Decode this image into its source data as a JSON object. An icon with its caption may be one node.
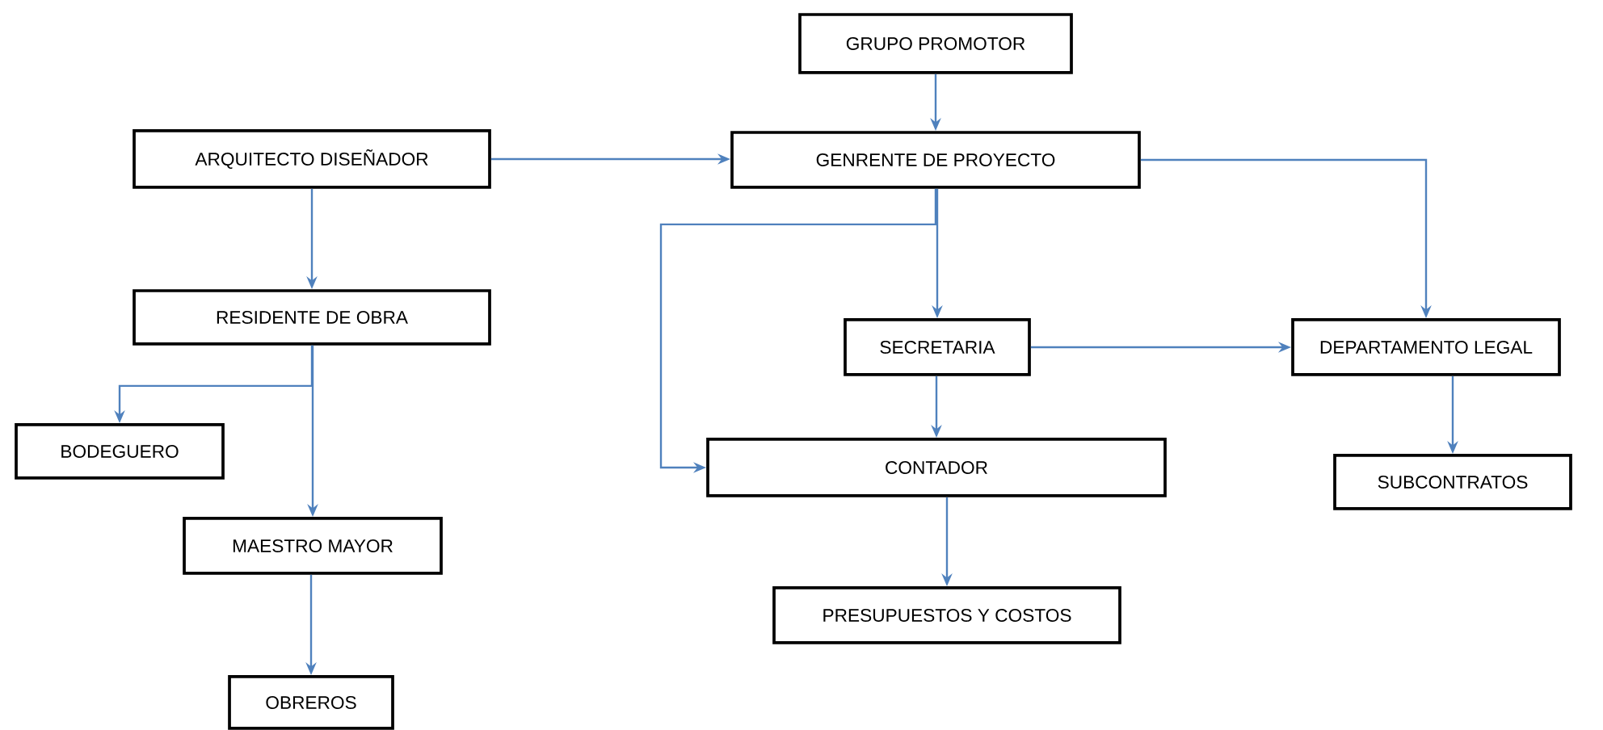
{
  "diagram": {
    "nodes": [
      {
        "text": [
          "GRUPO PROMOTOR"
        ]
      },
      {
        "text": [
          "ARQUITECTO DISEÑADOR"
        ]
      },
      {
        "text": [
          "GENRENTE DE PROYECTO"
        ]
      },
      {
        "text": [
          "RESIDENTE DE OBRA"
        ]
      },
      {
        "text": [
          "SECRETARIA"
        ]
      },
      {
        "text": [
          "DEPARTAMENTO LEGAL"
        ]
      },
      {
        "text": [
          "BODEGUERO"
        ]
      },
      {
        "text": [
          "CONTADOR"
        ]
      },
      {
        "text": [
          "SUBCONTRATOS"
        ]
      },
      {
        "text": [
          "MAESTRO MAYOR"
        ]
      },
      {
        "text": [
          "PRESUPUESTOS Y COSTOS"
        ]
      },
      {
        "text": [
          "OBREROS"
        ]
      }
    ],
    "edges": [
      {
        "from": 0,
        "to": 2,
        "arrow": "to"
      },
      {
        "from": 1,
        "to": 2,
        "arrow": "to"
      },
      {
        "from": 2,
        "to": 5,
        "arrow": "to"
      },
      {
        "from": 2,
        "to": 4,
        "arrow": "to"
      },
      {
        "from": 2,
        "to": 7,
        "arrow": "to"
      },
      {
        "from": 1,
        "to": 3,
        "arrow": "to"
      },
      {
        "from": 3,
        "to": 6,
        "arrow": "to"
      },
      {
        "from": 3,
        "to": 9,
        "arrow": "to"
      },
      {
        "from": 4,
        "to": 5,
        "arrow": "to"
      },
      {
        "from": 4,
        "to": 7,
        "arrow": "to"
      },
      {
        "from": 7,
        "to": 10,
        "arrow": "to"
      },
      {
        "from": 5,
        "to": 8,
        "arrow": "to"
      },
      {
        "from": 9,
        "to": 11,
        "arrow": "to"
      }
    ]
  }
}
